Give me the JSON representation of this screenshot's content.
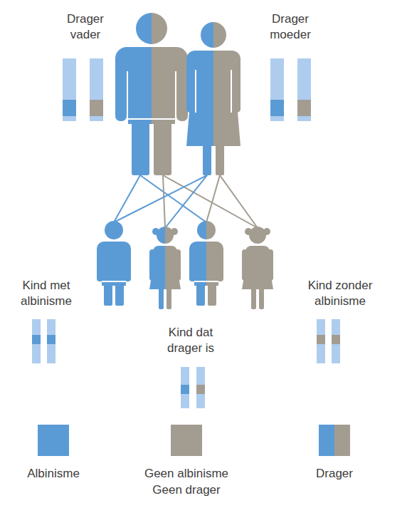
{
  "diagram": {
    "nodes": [
      {
        "text": [
          "Drager vader"
        ]
      },
      {
        "text": [
          "Drager moeder"
        ]
      },
      {
        "text": [
          "Kind met albinisme"
        ]
      },
      {
        "text": [
          "Kind dat drager is"
        ]
      },
      {
        "text": [
          "Kind zonder albinisme"
        ]
      }
    ],
    "legend": [
      {
        "text": "Albinisme",
        "color": "#5b9bd5"
      },
      {
        "text": "Geen albinisme Geen drager",
        "color": "#a39c91"
      },
      {
        "text": "Drager"
      }
    ]
  }
}
